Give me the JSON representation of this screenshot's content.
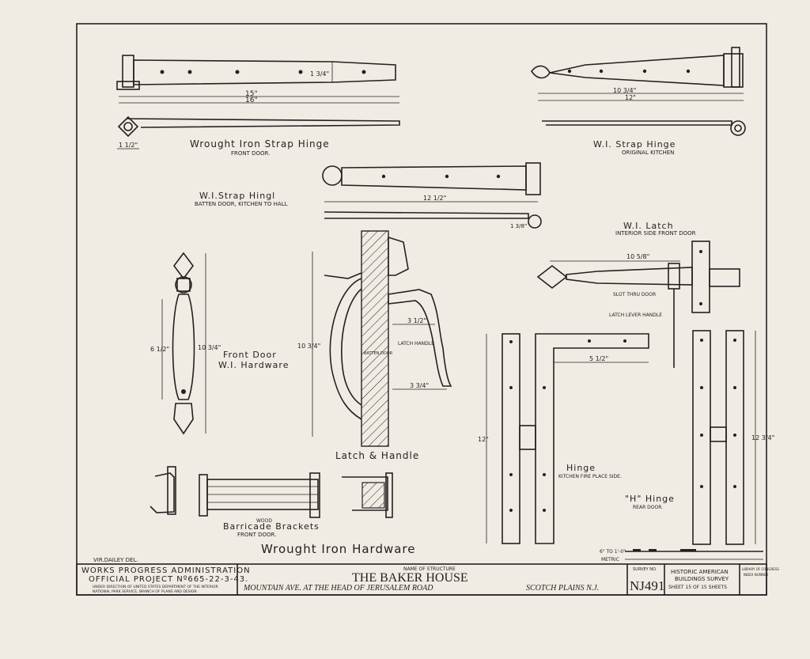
{
  "drawings": {
    "strap_hinge_front": {
      "title": "Wrought Iron Strap Hinge",
      "sub": "FRONT DOOR.",
      "dim_a": "15\"",
      "dim_b": "16\"",
      "dim_c": "1 1/2\"",
      "dim_d": "1 3/4\""
    },
    "strap_hinge_kitchen": {
      "title": "W.I. Strap Hinge",
      "sub": "ORIGINAL KITCHEN",
      "dim_a": "10 3/4\"",
      "dim_b": "12\""
    },
    "strap_hinge_batten": {
      "title": "W.I.Strap Hingl",
      "sub": "BATTEN DOOR, KITCHEN TO HALL",
      "dim_a": "12 1/2\"",
      "dim_b": "1 3/8\""
    },
    "latch": {
      "title": "W.I. Latch",
      "sub": "INTERIOR SIDE FRONT DOOR",
      "dim_a": "10 5/8\"",
      "note_a": "SLOT THRU DOOR",
      "note_b": "LATCH LEVER HANDLE"
    },
    "front_door_hardware": {
      "title": "Front Door",
      "title2": "W.I. Hardware",
      "dim_a": "10 3/4\"",
      "dim_b": "6 1/2\""
    },
    "latch_handle": {
      "title": "Latch & Handle",
      "note_a": "LATCH HANDLE",
      "note_b": "BATTEN DOOR",
      "dim_a": "10 3/4\"",
      "dim_b": "3 1/2\"",
      "dim_c": "3 3/4\""
    },
    "hinge_l": {
      "title": "Hinge",
      "sub": "KITCHEN FIRE PLACE SIDE.",
      "dim_a": "12\"",
      "dim_b": "5 1/2\""
    },
    "h_hinge": {
      "title": "\"H\" Hinge",
      "sub": "REAR DOOR.",
      "dim_a": "12 3/4\""
    },
    "barricade": {
      "title": "Barricade Brackets",
      "sub": "FRONT DOOR.",
      "note": "WOOD"
    }
  },
  "sheet_title": "Wrought Iron Hardware",
  "delineator": "VIR.DAILEY DEL.",
  "scale_labels": {
    "imperial": "6\" TO 1'-0\"",
    "metric": "METRIC"
  },
  "title_block": {
    "agency_line1": "WORKS PROGRESS ADMINISTRATION",
    "agency_line2": "OFFICIAL PROJECT Nº665-22-3-43.",
    "agency_note1": "UNDER DIRECTION OF UNITED STATES DEPARTMENT OF THE INTERIOR",
    "agency_note2": "NATIONAL PARK SERVICE, BRANCH OF PLANS AND DESIGN",
    "structure_label": "NAME OF STRUCTURE",
    "structure_name": "THE BAKER HOUSE",
    "address": "MOUNTAIN AVE. AT THE HEAD OF JERUSALEM ROAD",
    "location": "SCOTCH PLAINS N.J.",
    "survey_label": "SURVEY NO.",
    "survey_no": "NJ491",
    "habs1": "HISTORIC AMERICAN",
    "habs2": "BUILDINGS SURVEY",
    "sheet": "SHEET 15 OF 15 SHEETS",
    "loc1": "LIBRARY OF CONGRESS",
    "loc2": "INDEX NUMBER"
  }
}
